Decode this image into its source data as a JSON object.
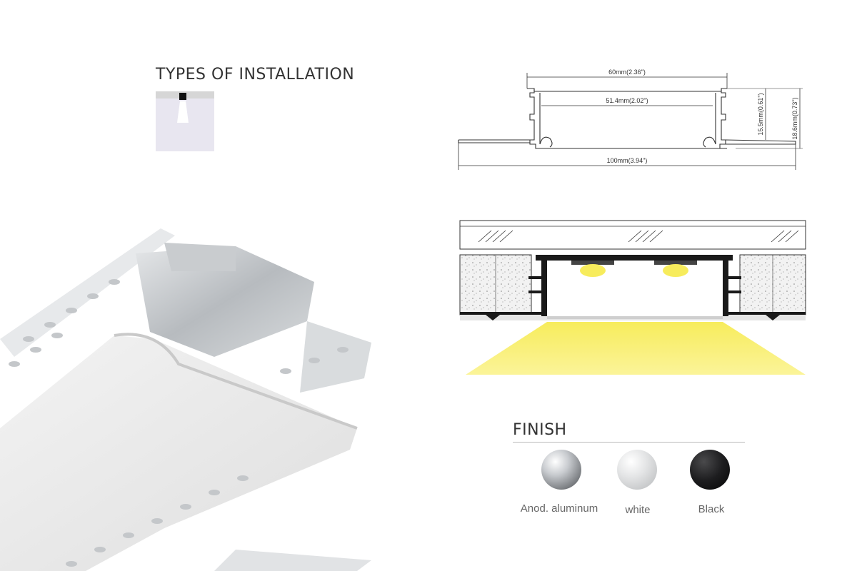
{
  "installation": {
    "title": "TYPES OF INSTALLATION"
  },
  "drawing": {
    "dim_top": "60mm(2.36\")",
    "dim_inner": "51.4mm(2.02\")",
    "dim_bottom": "100mm(3.94\")",
    "dim_height_inner": "15.5mm(0.61\")",
    "dim_height_outer": "18.6mm(0.73\")"
  },
  "finish": {
    "title": "FINISH",
    "options": [
      {
        "label": "Anod. aluminum",
        "color": "#b9bcbf"
      },
      {
        "label": "white",
        "color": "#e2e3e4"
      },
      {
        "label": "Black",
        "color": "#1d1d1f"
      }
    ]
  },
  "colors": {
    "light_beam": "#f7ec5c",
    "gypsum": "#e9e9e9",
    "profile_dark": "#1a1a1a",
    "icon_panel": "#e8e6f0"
  }
}
